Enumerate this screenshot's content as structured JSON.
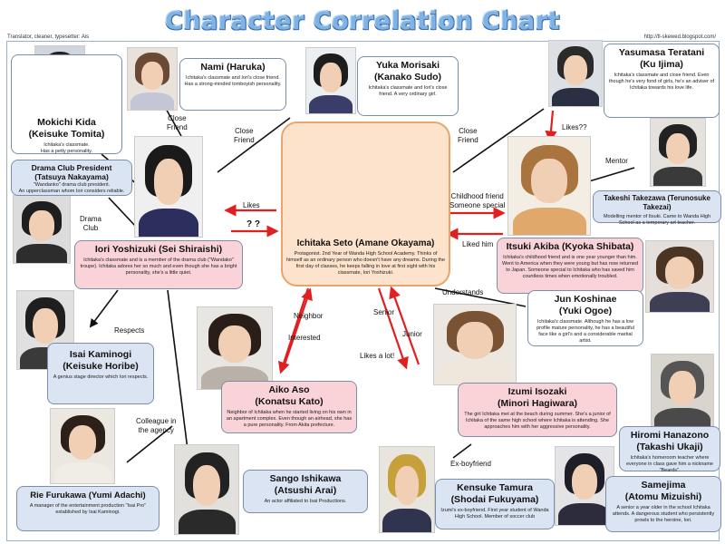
{
  "header": {
    "title": "Character Correlation Chart",
    "credit_left": "Translator, cleaner, typesetter: Ais",
    "credit_right": "http://tl-skewed.blogspot.com/"
  },
  "colors": {
    "arrow_red": "#e02020",
    "line_black": "#111111",
    "box_blue": "#dbe4f2",
    "box_pink": "#f9d3d8",
    "box_peach": "#fde3cc",
    "title_blue": "#7fb3e6"
  },
  "characters": {
    "mokichi": {
      "name": "Mokichi Kida",
      "actor": "(Keisuke Tomita)",
      "desc": "Ichitaka's classmate.\nHas a petty personality."
    },
    "nami": {
      "name": "Nami (Haruka)",
      "desc": "Ichitaka's classmate and Iori's close friend. Has a strong-minded tomboyish personality."
    },
    "yuka": {
      "name": "Yuka Morisaki",
      "actor": "(Kanako Sudo)",
      "desc": "Ichitaka's classmate and Iori's close friend. A very ordinary girl."
    },
    "yasumasa": {
      "name": "Yasumasa Teratani",
      "actor": "(Ku Ijima)",
      "desc": "Ichitaka's classmate and close friend. Even though he's very fond of girls, he's an adviser of Ichitaka towards his love life."
    },
    "drama": {
      "name": "Drama Club President",
      "actor": "(Tatsuya Nakayama)",
      "desc": "\"Wandanko\" drama club president.\nAn upperclassman whom Iori considers reliable."
    },
    "takeshi": {
      "name": "Takeshi Takezawa (Terunosuke Takezai)",
      "desc": "Modelling mentor of Itsuki. Came to Wanda High School as a temporary art teacher."
    },
    "ichitaka": {
      "name": "Ichitaka Seto (Amane Okayama)",
      "desc": "Protagonist. 2nd Year of Wanda High School Academy. Thinks of himself as an ordinary person who doesn't have any dreams. During the first day of classes, he keeps falling in love at first sight with his classmate, Iori Yoshizuki."
    },
    "iori": {
      "name": "Iori Yoshizuki (Sei Shiraishi)",
      "desc": "Ichitaka's classmate and is a member of the drama club (\"Wandako\" troupe). Ichitaka adores her so much and even though she has a bright personality, she's a little quiet."
    },
    "itsuki": {
      "name": "Itsuki Akiba (Kyoka Shibata)",
      "desc": "Ichitaka's childhood friend and is one year younger than him. Went to America when they were young but has now returned to Japan. Someone special to Ichitaka who has saved him countless times when emotionally troubled."
    },
    "jun": {
      "name": "Jun Koshinae",
      "actor": "(Yuki Ogoe)",
      "desc": "Ichitaka's classmate. Although he has a low profile mature personality, he has a beautiful face like a girl's and a considerable martial artist."
    },
    "isai": {
      "name": "Isai Kaminogi",
      "actor": "(Keisuke Horibe)",
      "desc": "A genius stage director which Iori respects."
    },
    "aiko": {
      "name": "Aiko Aso",
      "actor": "(Konatsu Kato)",
      "desc": "Neighbor of Ichitaka when he started living on his own in an apartment complex. Even though an airhead, she has a pure personality. From Akita prefecture."
    },
    "izumi": {
      "name": "Izumi Isozaki",
      "actor": "(Minori Hagiwara)",
      "desc": "The girl Ichitaka met at the beach during summer. She's a junior of Ichitaka of the same high school where Ichitaka is attending. She approaches him with her aggressive personality."
    },
    "hiromi": {
      "name": "Hiromi Hanazono",
      "actor": "(Takashi Ukaji)",
      "desc": "Ichitaka's homeroom teacher where everyone in class gave him a nickname \"Beards\"."
    },
    "rie": {
      "name": "Rie Furukawa (Yumi Adachi)",
      "desc": "A manager of the entertainment production \"Isai Pro\" established by Isai Kaminogi."
    },
    "sango": {
      "name": "Sango Ishikawa",
      "actor": "(Atsushi Arai)",
      "desc": "An actor affiliated to Isai Productions."
    },
    "kensuke": {
      "name": "Kensuke Tamura",
      "actor": "(Shodai Fukuyama)",
      "desc": "Izumi's ex-boyfriend. First year student of Wanda High School. Member of soccer club"
    },
    "samejima": {
      "name": "Samejima",
      "actor": "(Atomu Mizuishi)",
      "desc": "A senior a year older in the school Ichitaka attends. A dangerous student who persistently prowls to the heroine, Iori."
    }
  },
  "relations": {
    "close_friend_nami": "Close\nFriend",
    "close_friend_yuka": "Close\nFriend",
    "close_friend_yasumasa": "Close\nFriend",
    "likes_q": "Likes??",
    "mentor": "Mentor",
    "drama_club": "Drama\nClub",
    "likes": "Likes",
    "qq": "? ?",
    "childhood": "Childhood friend\nSomeone special",
    "liked_him": "Liked him",
    "understands": "Understands",
    "respects": "Respects",
    "neighbor": "Neighbor",
    "interested": "Interested",
    "senior": "Senior",
    "junior": "Junior",
    "likes_a_lot": "Likes a lot!",
    "colleague": "Colleague in\nthe agency",
    "ex_boyfriend": "Ex-boyfriend"
  }
}
